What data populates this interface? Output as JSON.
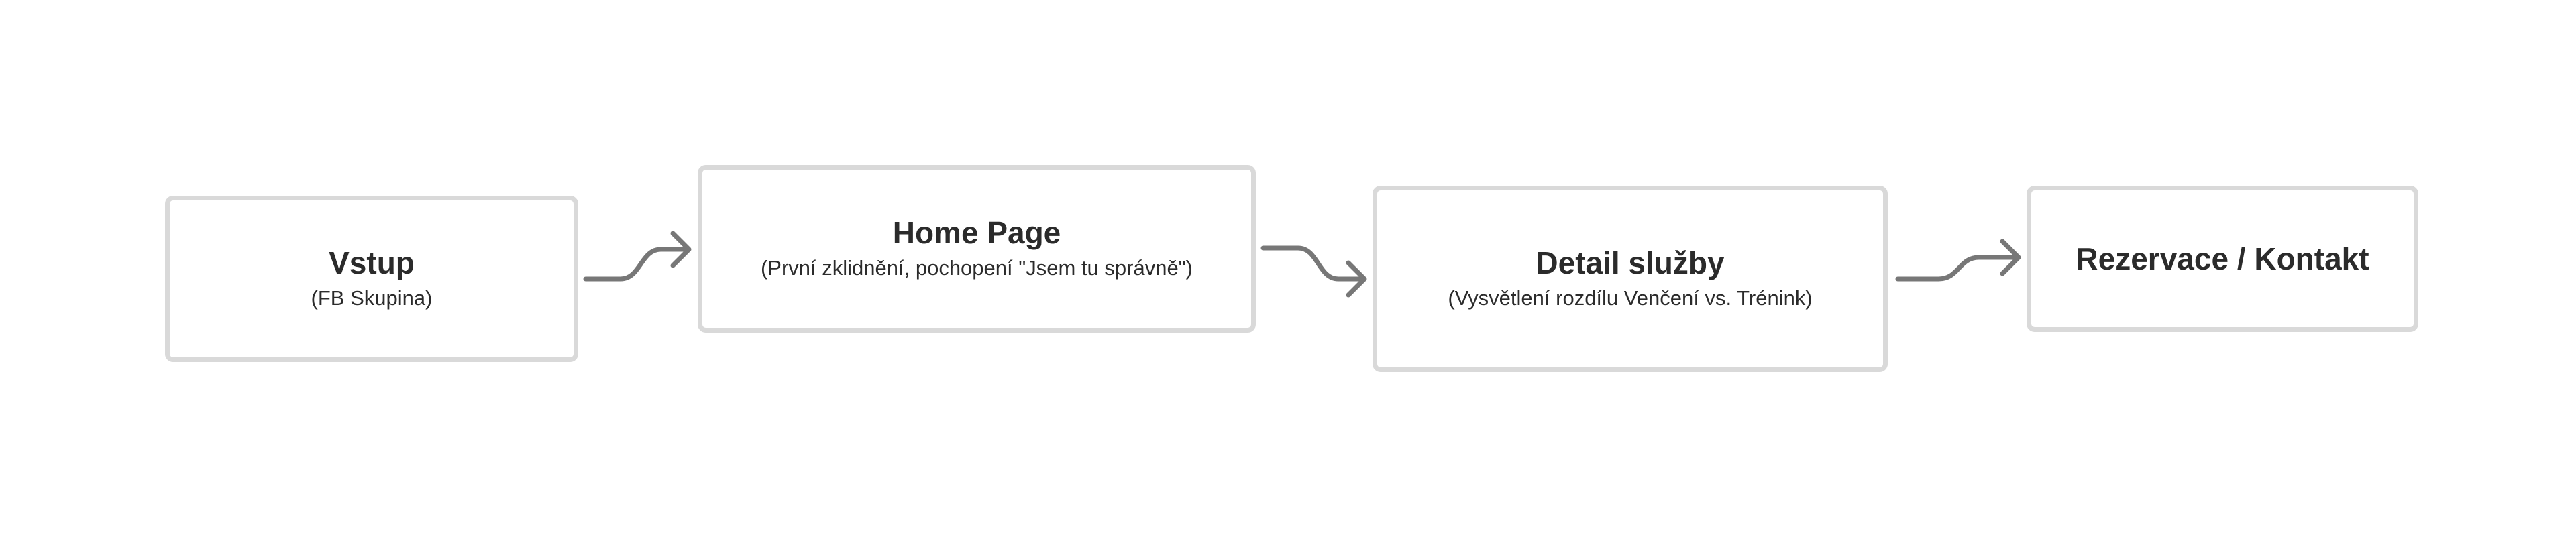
{
  "flow": {
    "nodes": [
      {
        "title": "Vstup",
        "subtitle": "(FB Skupina)"
      },
      {
        "title": "Home Page",
        "subtitle": "(První zklidnění, pochopení \"Jsem tu správně\")"
      },
      {
        "title": "Detail služby",
        "subtitle": "(Vysvětlení rozdílu Venčení vs. Trénink)"
      },
      {
        "title": "Rezervace / Kontakt",
        "subtitle": ""
      }
    ]
  },
  "colors": {
    "node_border": "#d9d9d9",
    "connector": "#777777",
    "text": "#2b2b2b",
    "background": "#ffffff"
  },
  "icons": {
    "connector": "arrow-right-icon"
  }
}
